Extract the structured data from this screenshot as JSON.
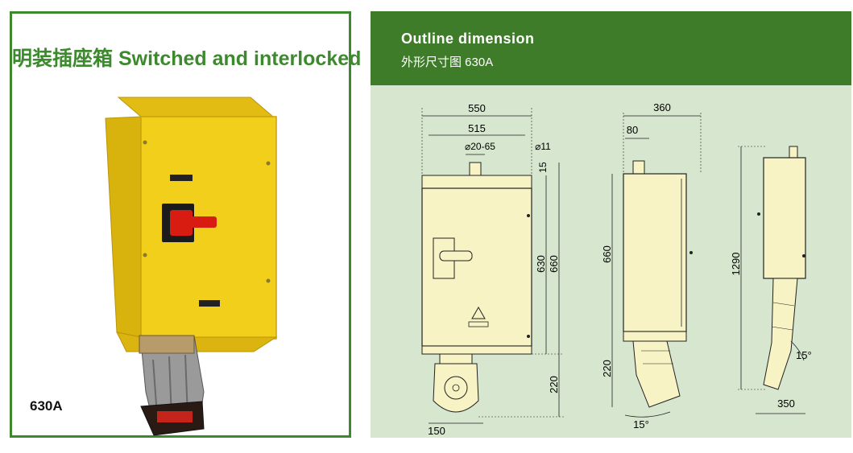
{
  "left_panel": {
    "title": "明装插座箱 Switched and interlocked",
    "model": "630A"
  },
  "right_panel": {
    "title_en": "Outline dimension",
    "title_cn": "外形尺寸图 630A",
    "front_view": {
      "width_outer": "550",
      "width_inner": "515",
      "gland": "⌀20-65",
      "hole": "⌀11",
      "offset": "15",
      "height_inner": "630",
      "height_outer": "660",
      "socket_height": "220",
      "socket_width": "150"
    },
    "side_view": {
      "depth": "360",
      "gland_offset": "80",
      "height": "660",
      "socket_height": "220",
      "angle": "15°"
    },
    "side_view_2": {
      "total_height": "1290",
      "angle": "15°",
      "depth": "350"
    }
  },
  "colors": {
    "panel_border": "#3d8a2e",
    "header_green": "#3e7c2a",
    "drawing_bg": "#d7e6cf",
    "enclosure_yellow": "#f2cf1a",
    "switch_red": "#d91c12",
    "drawing_fill": "#f7f3c4"
  }
}
